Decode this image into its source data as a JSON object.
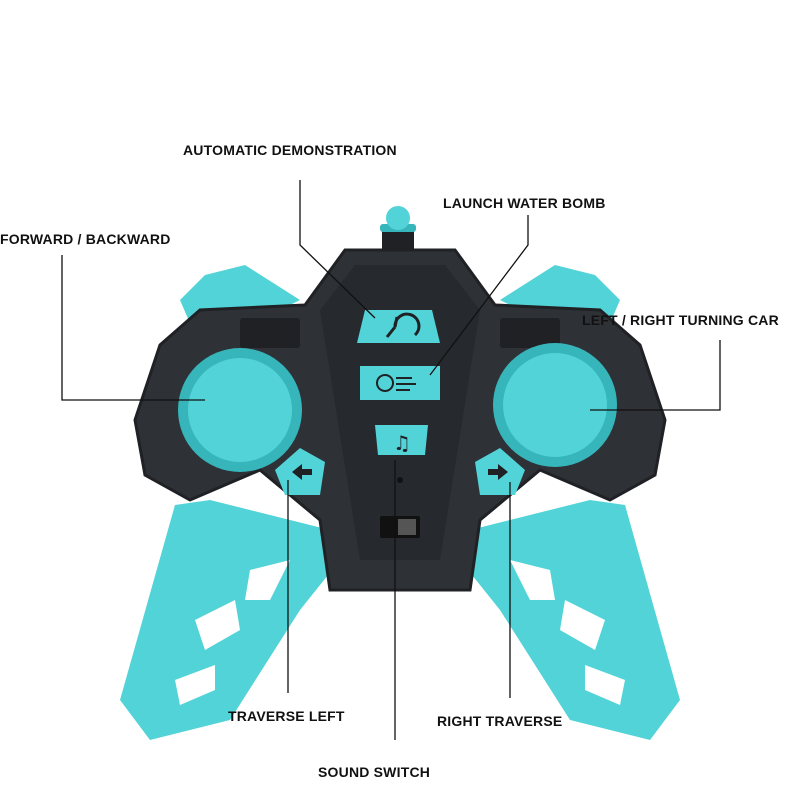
{
  "labels": {
    "auto_demo": "AUTOMATIC DEMONSTRATION",
    "launch_water_bomb": "LAUNCH WATER BOMB",
    "forward_backward": "FORWARD / BACKWARD",
    "left_right_turning": "LEFT / RIGHT TURNING CAR",
    "traverse_left": "TRAVERSE LEFT",
    "right_traverse": "RIGHT TRAVERSE",
    "sound_switch": "SOUND SWITCH"
  },
  "colors": {
    "body": "#2e3136",
    "body_dark": "#1f2124",
    "accent": "#52d3d8",
    "accent_dark": "#36b5bb",
    "line": "#111111"
  }
}
